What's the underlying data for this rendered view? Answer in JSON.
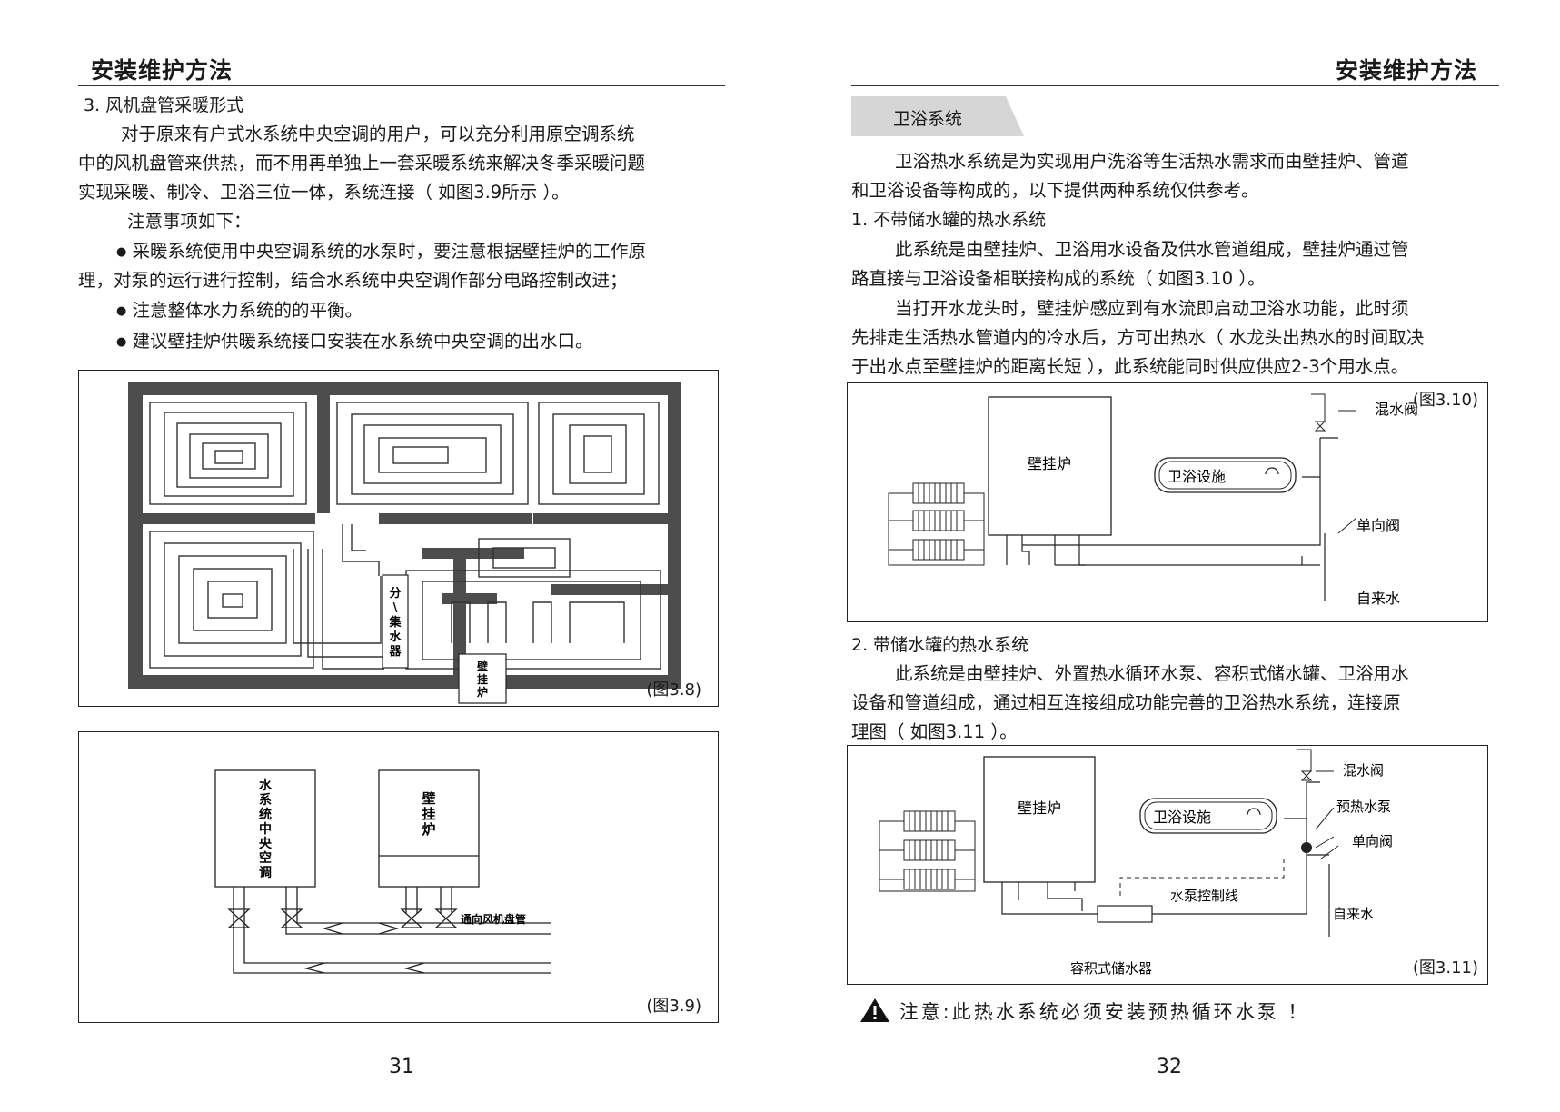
{
  "left": {
    "header": "安装维护方法",
    "heading": "3. 风机盘管采暖形式",
    "para1": [
      "对于原来有户式水系统中央空调的用户，可以充分利用原空调系统",
      "中的风机盘管来供热，而不用再单独上一套采暖系统来解决冬季采暖问题",
      "实现采暖、制冷、卫浴三位一体，系统连接（ 如图3.9所示 ）。"
    ],
    "notes_title": "注意事项如下：",
    "bullet1": [
      "采暖系统使用中央空调系统的水泵时，要注意根据壁挂炉的工作原",
      "理，对泵的运行进行控制，结合水系统中央空调作部分电路控制改进；"
    ],
    "bullet2": "注意整体水力系统的的平衡。",
    "bullet3": "建议壁挂炉供暖系统接口安装在水系统中央空调的出水口。",
    "fig38": {
      "caption": "(图3.8)",
      "manifold": [
        "分",
        "\\",
        "集",
        "水",
        "器"
      ],
      "boiler": [
        "壁",
        "挂",
        "炉"
      ]
    },
    "fig39": {
      "caption": "(图3.9)",
      "ac_unit": [
        "水",
        "系",
        "统",
        "中",
        "央",
        "空",
        "调"
      ],
      "boiler": [
        "壁",
        "挂",
        "炉"
      ],
      "fan_coil": "通向风机盘管"
    },
    "page_number": "31"
  },
  "right": {
    "header": "安装维护方法",
    "section_tab": "卫浴系统",
    "intro": [
      "卫浴热水系统是为实现用户洗浴等生活热水需求而由壁挂炉、管道",
      "和卫浴设备等构成的，以下提供两种系统仅供参考。"
    ],
    "h1": "1. 不带储水罐的热水系统",
    "p1": [
      "此系统是由壁挂炉、卫浴用水设备及供水管道组成，壁挂炉通过管",
      "路直接与卫浴设备相联接构成的系统（ 如图3.10 ）。"
    ],
    "p2": [
      "当打开水龙头时，壁挂炉感应到有水流即启动卫浴水功能，此时须",
      "先排走生活热水管道内的冷水后，方可出热水（ 水龙头出热水的时间取决",
      "于出水点至壁挂炉的距离长短 ），此系统能同时供应供应2-3个用水点。"
    ],
    "fig310": {
      "caption": "(图3.10)",
      "boiler": "壁挂炉",
      "bath": "卫浴设施",
      "mixer": "混水阀",
      "check": "单向阀",
      "tap": "自来水"
    },
    "h2": "2. 带储水罐的热水系统",
    "p3": [
      "此系统是由壁挂炉、外置热水循环水泵、容积式储水罐、卫浴用水",
      "设备和管道组成，通过相互连接组成功能完善的卫浴热水系统，连接原",
      "理图（ 如图3.11 ）。"
    ],
    "fig311": {
      "caption": "(图3.11)",
      "boiler": "壁挂炉",
      "bath": "卫浴设施",
      "mixer": "混水阀",
      "pump": "预热水泵",
      "check": "单向阀",
      "tap": "自来水",
      "pump_line": "水泵控制线",
      "tank": "容积式储水器"
    },
    "warning": "注意:此热水系统必须安装预热循环水泵 ！",
    "page_number": "32"
  }
}
